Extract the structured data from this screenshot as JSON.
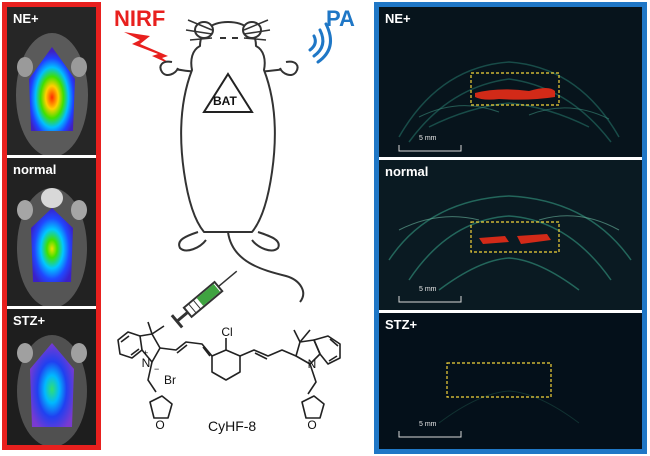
{
  "nirf": {
    "title": "NIRF",
    "panels": [
      {
        "label": "NE+"
      },
      {
        "label": "normal"
      },
      {
        "label": "STZ+"
      }
    ]
  },
  "pa": {
    "title": "PA",
    "scale_bar": "5 mm",
    "panels": [
      {
        "label": "NE+"
      },
      {
        "label": "normal"
      },
      {
        "label": "STZ+"
      }
    ]
  },
  "mouse": {
    "bat_label": "BAT"
  },
  "molecule": {
    "name": "CyHF-8",
    "atoms": {
      "cl": "Cl",
      "n_plus": "N",
      "plus": "+",
      "minus": "−",
      "br": "Br",
      "n2": "N",
      "o1": "O",
      "o2": "O"
    }
  },
  "colors": {
    "nirf_red": "#e8201e",
    "pa_blue": "#1f77c6",
    "roi_yellow": "#f2d33a"
  },
  "icons": [
    "lightning-icon",
    "sound-wave-icon",
    "syringe-icon"
  ]
}
